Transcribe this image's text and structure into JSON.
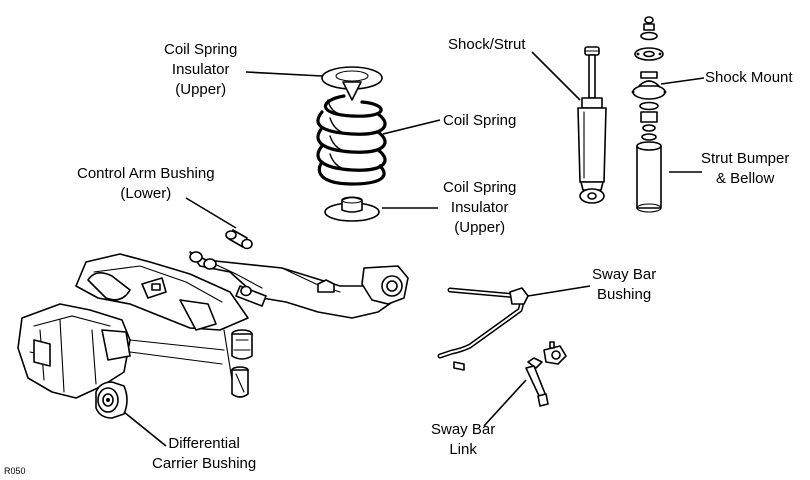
{
  "labels": {
    "coil_spring_insulator_top": [
      "Coil Spring",
      "Insulator",
      "(Upper)"
    ],
    "coil_spring": "Coil Spring",
    "coil_spring_insulator_bottom": [
      "Coil Spring",
      "Insulator",
      "(Upper)"
    ],
    "shock_strut": "Shock/Strut",
    "shock_mount": "Shock Mount",
    "strut_bumper": [
      "Strut Bumper",
      "& Bellow"
    ],
    "control_arm_bushing": [
      "Control Arm Bushing",
      "(Lower)"
    ],
    "sway_bar_bushing": [
      "Sway Bar",
      "Bushing"
    ],
    "sway_bar_link": [
      "Sway Bar",
      "Link"
    ],
    "differential_bushing": [
      "Differential",
      "Carrier Bushing"
    ]
  },
  "figure_code": "R050"
}
